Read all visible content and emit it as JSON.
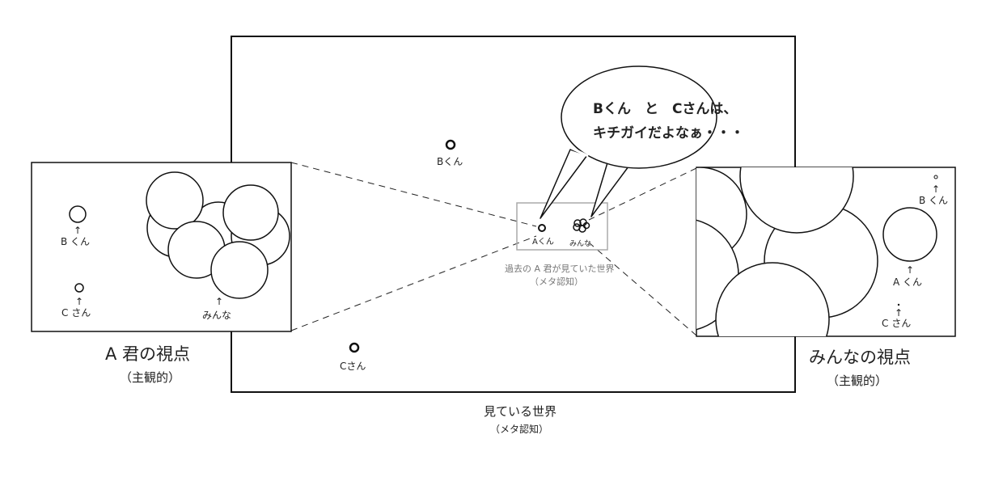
{
  "world": {
    "title": "見ている世界",
    "subtitle": "（メタ認知）"
  },
  "labels": {
    "b_kun": "Bくん",
    "c_san": "Cさん",
    "a_kun": "Aくん",
    "minna": "みんな"
  },
  "speech": {
    "line1": "Bくん　と　Cさんは、",
    "line2": "キチガイだよなぁ・・・"
  },
  "past_world": {
    "line1": "過去の A 君が見ていた世界",
    "line2": "（メタ認知）"
  },
  "a_view": {
    "title": "A 君の視点",
    "subtitle": "（主観的）",
    "b_label": "B くん",
    "c_label": "C さん",
    "minna_label": "みんな",
    "arrow": "↑"
  },
  "minna_view": {
    "title": "みんなの視点",
    "subtitle": "（主観的）",
    "b_label": "B くん",
    "a_label": "A くん",
    "c_label": "C さん",
    "arrow": "↑"
  }
}
